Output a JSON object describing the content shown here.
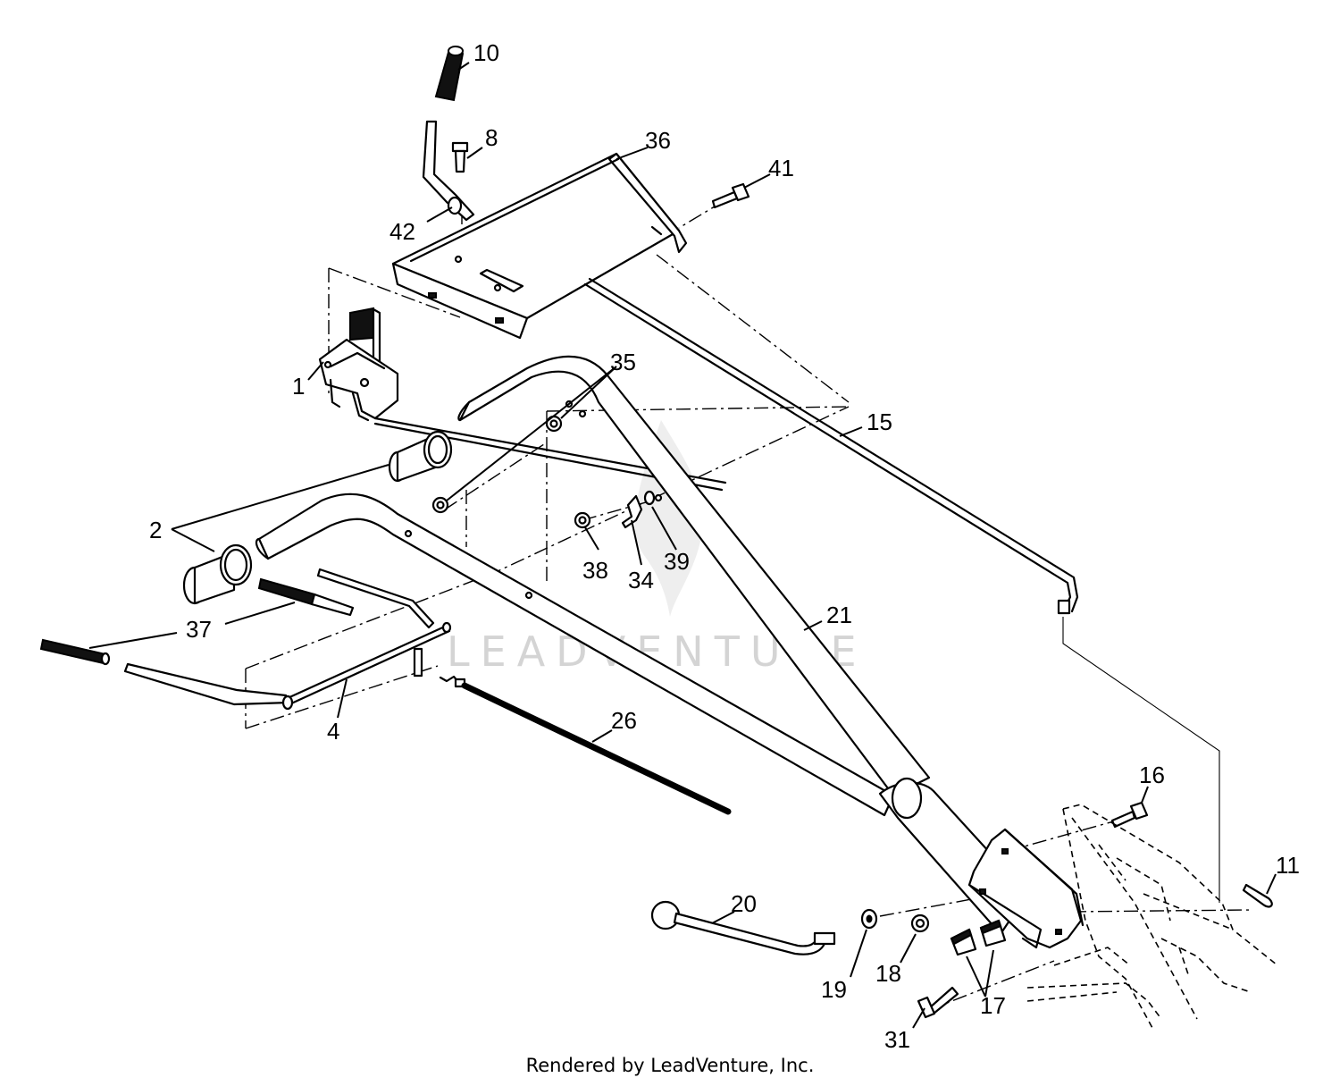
{
  "watermark": "LEADVENTURE",
  "credit": "Rendered by LeadVenture, Inc.",
  "callouts": {
    "c1": "1",
    "c2": "2",
    "c4": "4",
    "c8": "8",
    "c10": "10",
    "c11": "11",
    "c15": "15",
    "c16": "16",
    "c17": "17",
    "c18": "18",
    "c19": "19",
    "c20": "20",
    "c21": "21",
    "c26": "26",
    "c31": "31",
    "c34": "34",
    "c35": "35",
    "c36": "36",
    "c37": "37",
    "c38": "38",
    "c39": "39",
    "c41": "41",
    "c42": "42"
  }
}
